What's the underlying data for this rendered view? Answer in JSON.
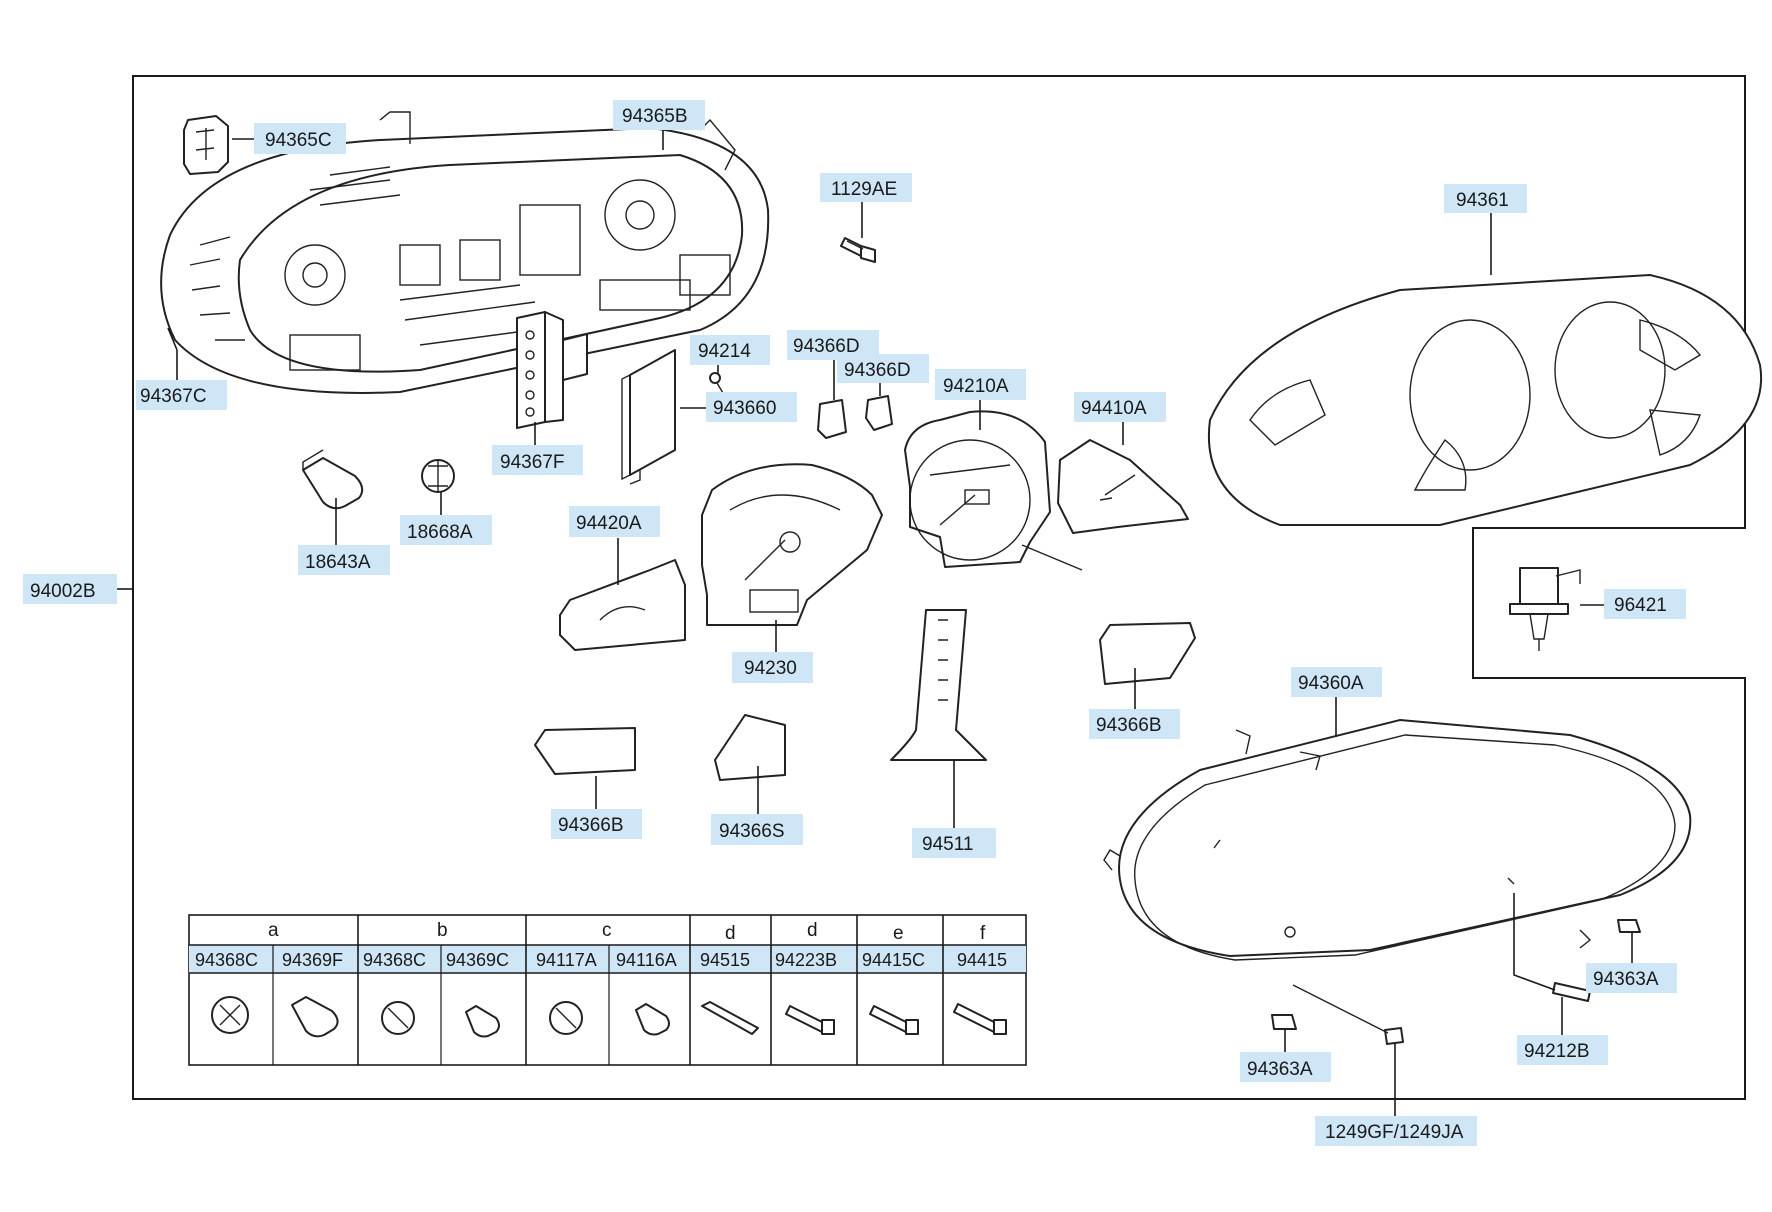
{
  "labels": {
    "p94365C": "94365C",
    "p94365B": "94365B",
    "p1129AE": "1129AE",
    "p94361": "94361",
    "p94367C": "94367C",
    "p94214": "94214",
    "p94366D_1": "94366D",
    "p94366D_2": "94366D",
    "p94210A": "94210A",
    "p94410A": "94410A",
    "p943660": "943660",
    "p94367F": "94367F",
    "p18643A": "18643A",
    "p18668A": "18668A",
    "p94002B": "94002B",
    "p94420A": "94420A",
    "p94230": "94230",
    "p96421": "96421",
    "p94360A": "94360A",
    "p94366B_1": "94366B",
    "p94366B_2": "94366B",
    "p94366S": "94366S",
    "p94511": "94511",
    "p94363A_1": "94363A",
    "p94363A_2": "94363A",
    "p94212B": "94212B",
    "p1249GF": "1249GF/1249JA"
  },
  "table": {
    "groups": [
      "a",
      "b",
      "c",
      "d",
      "d",
      "e",
      "f"
    ],
    "parts": [
      "94368C",
      "94369F",
      "94368C",
      "94369C",
      "94117A",
      "94116A",
      "94515",
      "94223B",
      "94415C",
      "94415"
    ]
  }
}
